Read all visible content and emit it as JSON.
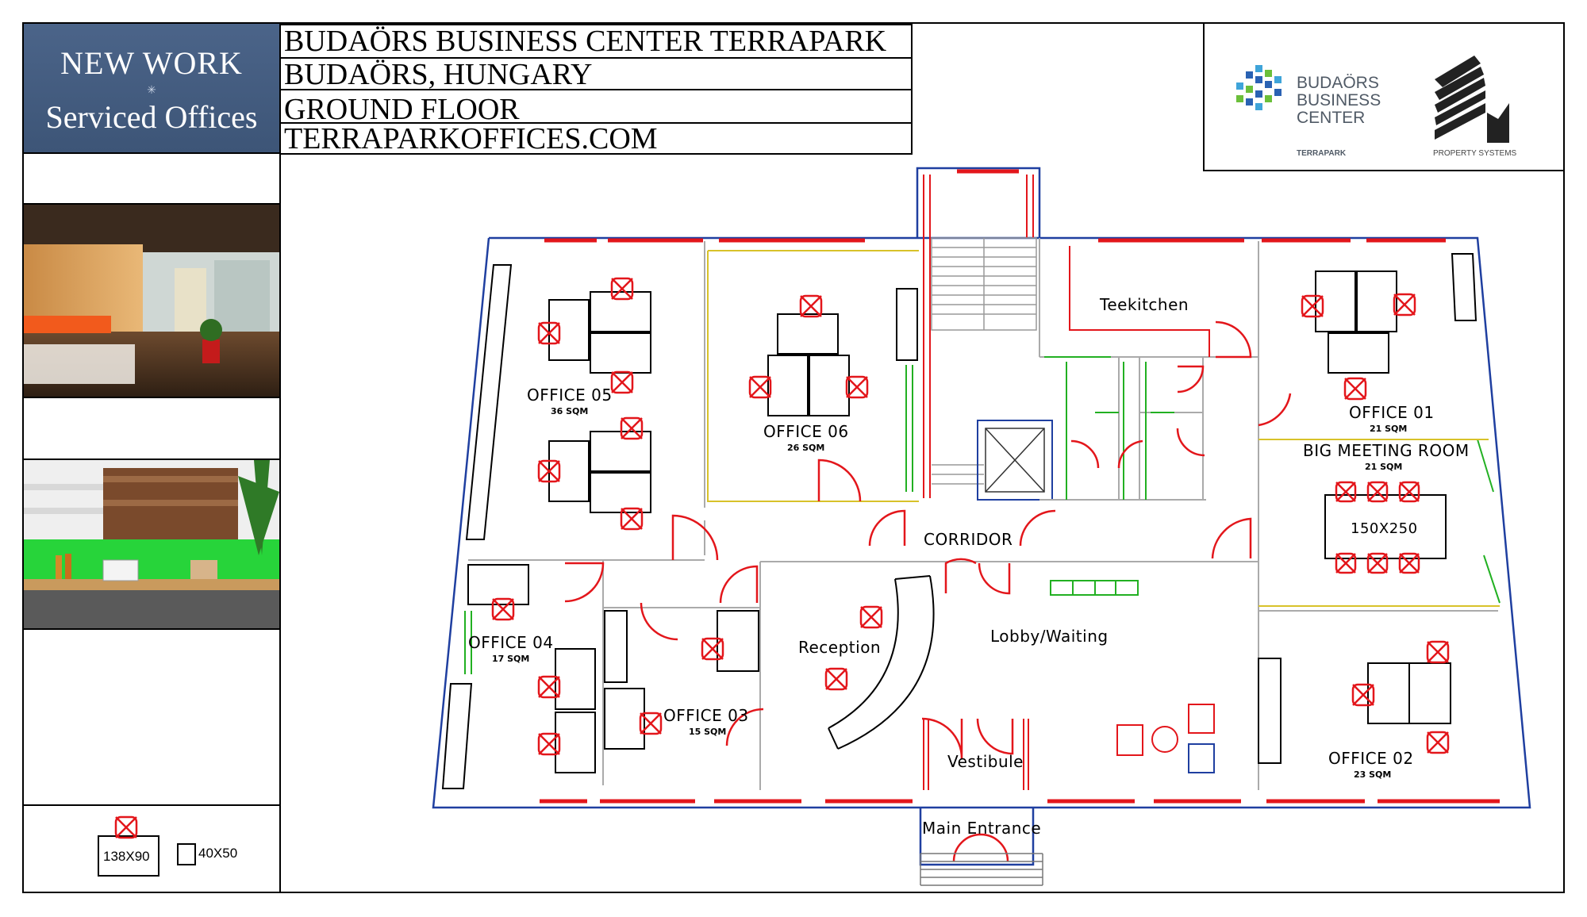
{
  "brand": {
    "line1": "NEW WORK",
    "line2": "Serviced Offices"
  },
  "header": {
    "title": "BUDAÖRS BUSINESS CENTER TERRAPARK",
    "location": "BUDAÖRS, HUNGARY",
    "floor": "GROUND FLOOR",
    "website": "TERRAPARKOFFICES.COM"
  },
  "logos": {
    "center_line1": "BUDAÖRS",
    "center_line2": "BUSINESS",
    "center_line3": "CENTER",
    "center_sub": "TERRAPARK",
    "property": "PROPERTY SYSTEMS"
  },
  "rooms": {
    "office05": {
      "name": "OFFICE 05",
      "area": "36 SQM"
    },
    "office06": {
      "name": "OFFICE 06",
      "area": "26 SQM"
    },
    "office01": {
      "name": "OFFICE 01",
      "area": "21 SQM"
    },
    "meeting": {
      "name": "BIG MEETING ROOM",
      "area": "21 SQM",
      "table": "150X250"
    },
    "office04": {
      "name": "OFFICE 04",
      "area": "17 SQM"
    },
    "office03": {
      "name": "OFFICE 03",
      "area": "15 SQM"
    },
    "office02": {
      "name": "OFFICE 02",
      "area": "23 SQM"
    },
    "teekitchen": "Teekitchen",
    "corridor": "CORRIDOR",
    "reception": "Reception",
    "lobby": "Lobby/Waiting",
    "vestibule": "Vestibule",
    "entrance": "Main Entrance"
  },
  "legend": {
    "desk": "138X90",
    "cabinet": "40X50"
  },
  "colors": {
    "brand_bg": "#41597d",
    "wall_blue": "#1f3fa0",
    "window_red": "#e3161b",
    "partition_green": "#22b022",
    "chair_red": "#e3161b"
  }
}
